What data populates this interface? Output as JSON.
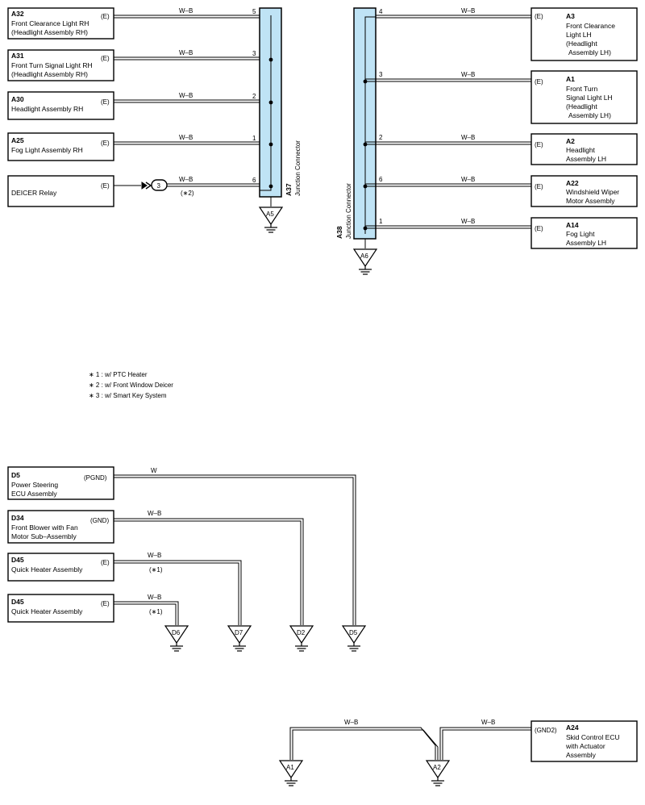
{
  "components": {
    "A32": {
      "code": "A32",
      "lines": [
        "Front Clearance Light RH",
        "(Headlight Assembly RH)"
      ],
      "term": "(E)"
    },
    "A31": {
      "code": "A31",
      "lines": [
        "Front Turn Signal Light RH",
        "(Headlight Assembly RH)"
      ],
      "term": "(E)"
    },
    "A30": {
      "code": "A30",
      "lines": [
        "Headlight Assembly RH"
      ],
      "term": "(E)"
    },
    "A25": {
      "code": "A25",
      "lines": [
        "Fog Light Assembly RH"
      ],
      "term": "(E)"
    },
    "DEICER": {
      "code": "",
      "lines": [
        "DEICER Relay"
      ],
      "term": "(E)"
    },
    "A3": {
      "code": "A3",
      "lines": [
        "Front Clearance",
        "Light LH",
        "(Headlight",
        "Assembly LH)"
      ],
      "term": "(E)"
    },
    "A1": {
      "code": "A1",
      "lines": [
        "Front Turn",
        "Signal Light LH",
        "(Headlight",
        "Assembly LH)"
      ],
      "term": "(E)"
    },
    "A2": {
      "code": "A2",
      "lines": [
        "Headlight",
        "Assembly LH"
      ],
      "term": "(E)"
    },
    "A22": {
      "code": "A22",
      "lines": [
        "Windshield Wiper",
        "Motor Assembly"
      ],
      "term": "(E)"
    },
    "A14": {
      "code": "A14",
      "lines": [
        "Fog Light",
        "Assembly LH"
      ],
      "term": "(E)"
    },
    "D5": {
      "code": "D5",
      "lines": [
        "Power Steering",
        "ECU Assembly"
      ],
      "term": "(PGND)"
    },
    "D34": {
      "code": "D34",
      "lines": [
        "Front Blower with Fan",
        "Motor Sub–Assembly"
      ],
      "term": "(GND)"
    },
    "D45a": {
      "code": "D45",
      "lines": [
        "Quick Heater Assembly"
      ],
      "term": "(E)"
    },
    "D45b": {
      "code": "D45",
      "lines": [
        "Quick Heater Assembly"
      ],
      "term": "(E)"
    },
    "A24": {
      "code": "A24",
      "lines": [
        "Skid Control ECU",
        "with Actuator",
        "Assembly"
      ],
      "term": "(GND2)"
    }
  },
  "connectors": {
    "A37": {
      "code": "A37",
      "name": "Junction Connector"
    },
    "A38": {
      "code": "A38",
      "name": "Junction Connector"
    }
  },
  "wires": {
    "wb": "W–B",
    "w": "W"
  },
  "pins": {
    "a37": [
      "5",
      "3",
      "2",
      "1",
      "6"
    ],
    "a38": [
      "4",
      "3",
      "2",
      "6",
      "1"
    ]
  },
  "grounds": [
    "A5",
    "A6",
    "D6",
    "D7",
    "D2",
    "D5",
    "A1",
    "A2"
  ],
  "inline_connector": "3",
  "marks": {
    "m1": "(∗1)",
    "m2": "(∗2)"
  },
  "notes": [
    "∗ 1 : w/ PTC Heater",
    "∗ 2 : w/ Front Window Deicer",
    "∗ 3 : w/ Smart Key System"
  ],
  "colors": {
    "connector_fill": "#bfe3f5",
    "line": "#000000",
    "background": "#ffffff"
  }
}
